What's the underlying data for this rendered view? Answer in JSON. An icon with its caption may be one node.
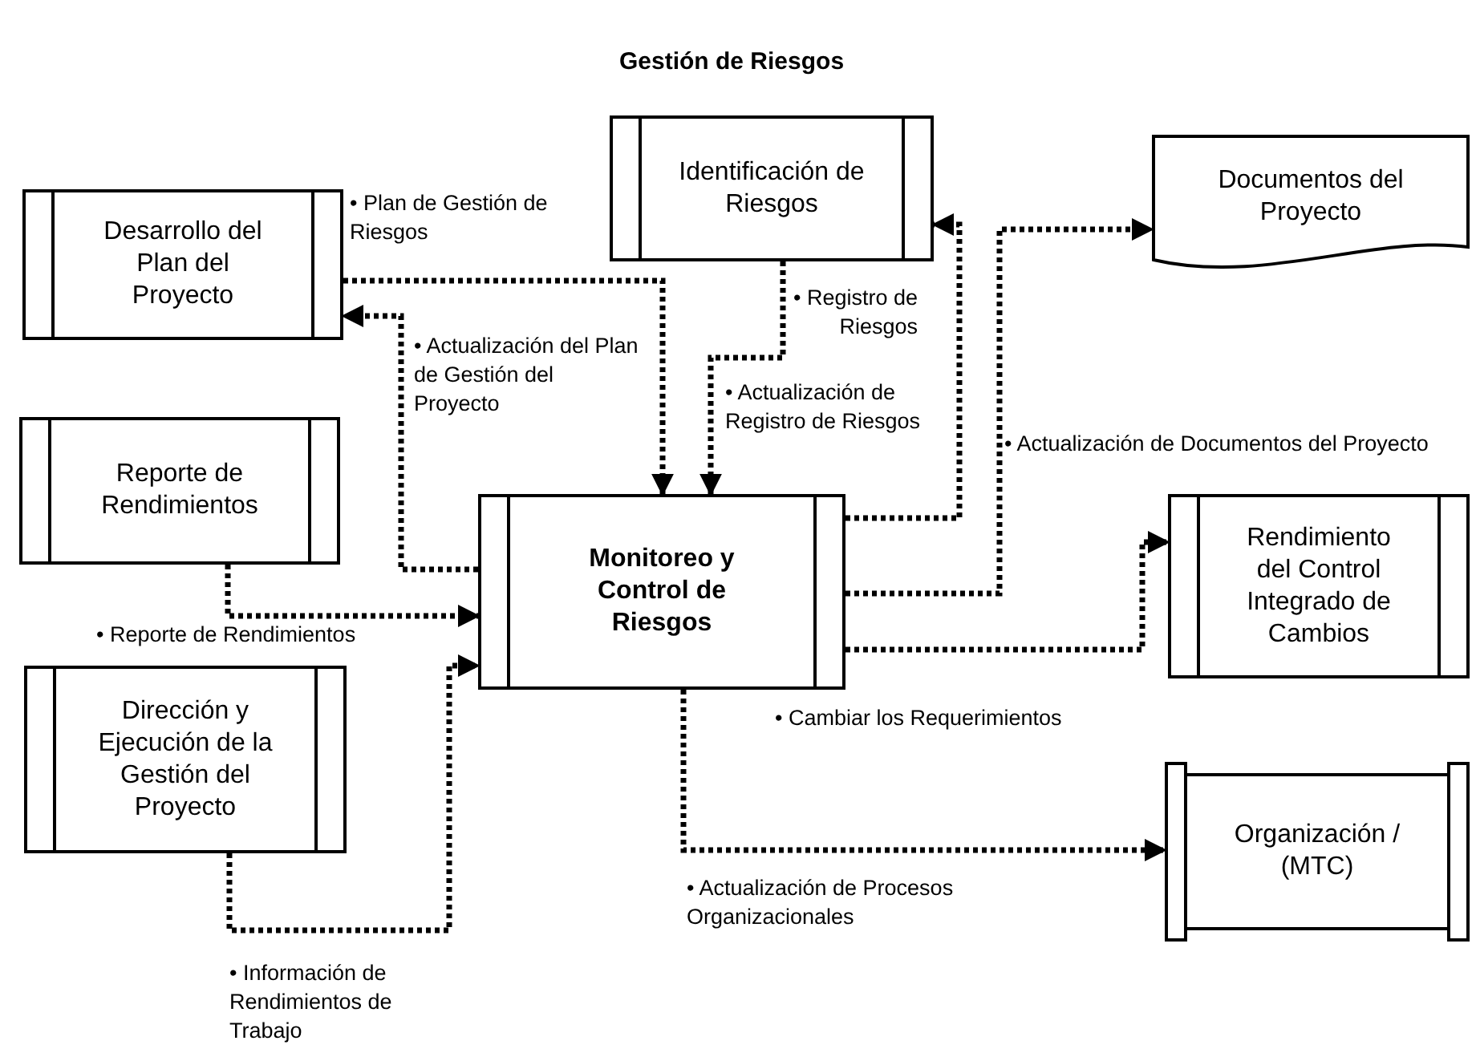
{
  "diagram": {
    "title": "Gestión de Riesgos",
    "nodes": [
      {
        "text": [
          "Desarrollo del Plan del Proyecto"
        ]
      },
      {
        "text": [
          "Identificación de Riesgos"
        ]
      },
      {
        "text": [
          "Documentos del Proyecto"
        ]
      },
      {
        "text": [
          "Reporte de Rendimientos"
        ]
      },
      {
        "text": [
          "Monitoreo y Control de Riesgos"
        ]
      },
      {
        "text": [
          "Rendimiento del Control Integrado de Cambios"
        ]
      },
      {
        "text": [
          "Dirección y Ejecución de la Gestión del Proyecto"
        ]
      },
      {
        "text": [
          "Organización / (MTC)"
        ]
      }
    ],
    "edges": [
      {
        "from": 0,
        "to": 4,
        "arrow": "to",
        "label": "• Plan de Gestión de Riesgos"
      },
      {
        "from": 4,
        "to": 0,
        "arrow": "to",
        "label": "• Actualización del Plan de Gestión del Proyecto"
      },
      {
        "from": 1,
        "to": 4,
        "arrow": "to",
        "label": "• Registro de Riesgos"
      },
      {
        "from": 4,
        "to": 1,
        "arrow": "to",
        "label": "• Actualización de Registro de Riesgos"
      },
      {
        "from": 4,
        "to": 2,
        "arrow": "to",
        "label": "• Actualización de Documentos del Proyecto"
      },
      {
        "from": 4,
        "to": 5,
        "arrow": "to",
        "label": "• Cambiar los Requerimientos"
      },
      {
        "from": 3,
        "to": 4,
        "arrow": "to",
        "label": "• Reporte de Rendimientos"
      },
      {
        "from": 6,
        "to": 4,
        "arrow": "to",
        "label": "• Información de Rendimientos de Trabajo"
      },
      {
        "from": 4,
        "to": 7,
        "arrow": "to",
        "label": "• Actualización de Procesos Organizacionales"
      }
    ]
  }
}
